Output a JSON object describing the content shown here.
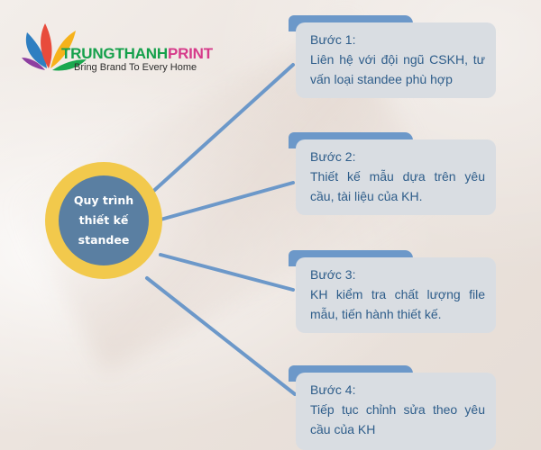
{
  "logo": {
    "brand_main": "TRUNGTHANH",
    "brand_accent": "PRINT",
    "tagline": "Bring Brand To Every Home"
  },
  "center": {
    "lines": [
      "Quy trình",
      "thiết kế",
      "standee"
    ]
  },
  "steps": [
    {
      "label": "Bước 1:",
      "text": "Liên hệ với đội ngũ CSKH, tư vấn loại standee phù hợp"
    },
    {
      "label": "Bước 2:",
      "text": "Thiết kế mẫu dựa trên yêu cầu, tài liệu của KH."
    },
    {
      "label": "Bước 3:",
      "text": "KH kiểm tra chất lượng file mẫu, tiến hành thiết kế."
    },
    {
      "label": "Bước 4:",
      "text": "Tiếp tục chỉnh sửa theo yêu cầu của KH"
    }
  ],
  "colors": {
    "hub_ring": "#f2c94c",
    "hub_fill": "#5a7fa2",
    "connector": "#6c98c9",
    "card_tab": "#6c98c9",
    "card_fill": "#d9dde2",
    "card_text": "#2e5d8a",
    "brand_green": "#15a04b",
    "brand_pink": "#d63a8a"
  }
}
